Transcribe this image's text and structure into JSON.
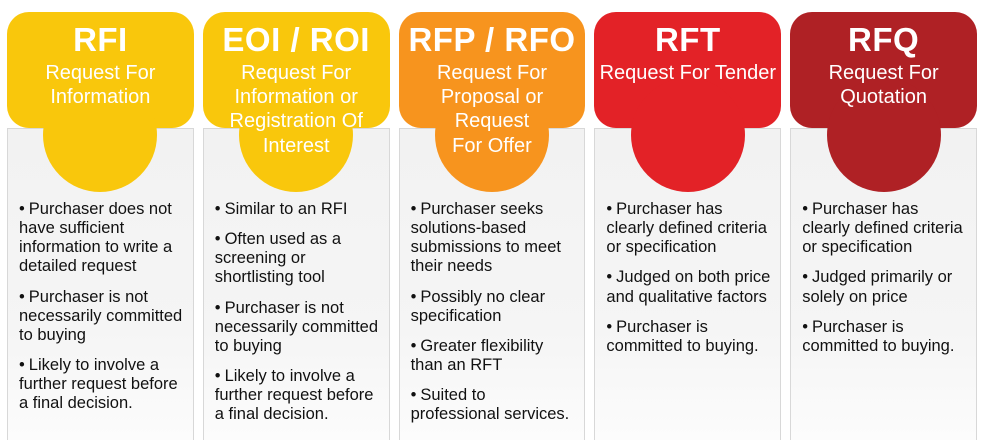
{
  "bullet_glyph": "•",
  "cards": [
    {
      "acronym": "RFI",
      "color": "#F9C70C",
      "subtitle_lines": [
        "Request For",
        "Information"
      ],
      "bullets": [
        "Purchaser does not have sufficient information to write a detailed request",
        "Purchaser is not necessarily committed to buying",
        "Likely to involve a further request before a final decision."
      ]
    },
    {
      "acronym": "EOI / ROI",
      "color": "#F9C70C",
      "subtitle_lines": [
        "Request For",
        "Information or",
        "Registration Of",
        "Interest"
      ],
      "bullets": [
        "Similar to an RFI",
        "Often used as a screening or shortlisting tool",
        "Purchaser is not necessarily committed to buying",
        "Likely to involve a further request before a final decision."
      ]
    },
    {
      "acronym": "RFP / RFO",
      "color": "#F7941E",
      "subtitle_lines": [
        "Request For",
        "Proposal or Request",
        "For Offer"
      ],
      "bullets": [
        "Purchaser seeks solutions-based submissions to meet their needs",
        "Possibly no clear specification",
        "Greater flexibility than an RFT",
        "Suited to professional services."
      ]
    },
    {
      "acronym": "RFT",
      "color": "#E32227",
      "subtitle_lines": [
        "Request For Tender"
      ],
      "bullets": [
        "Purchaser has clearly defined criteria or specification",
        "Judged on both price and qualitative factors",
        "Purchaser is committed to buying."
      ]
    },
    {
      "acronym": "RFQ",
      "color": "#AF2125",
      "subtitle_lines": [
        "Request For",
        "Quotation"
      ],
      "bullets": [
        "Purchaser has clearly defined criteria or specification",
        "Judged primarily or solely on price",
        "Purchaser is committed to buying."
      ]
    }
  ]
}
